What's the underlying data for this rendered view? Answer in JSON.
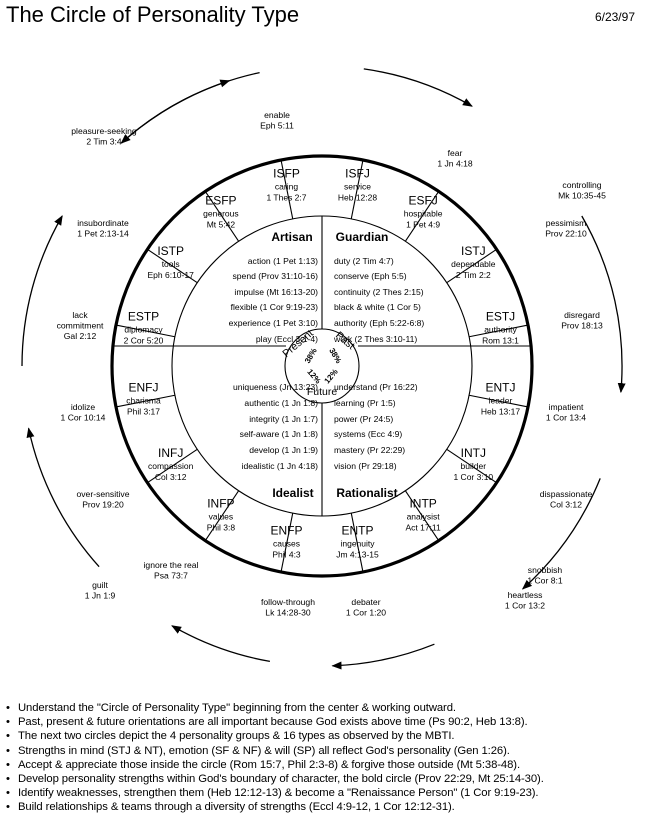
{
  "header": {
    "title": "The Circle of Personality Type",
    "date": "6/23/97"
  },
  "types": [
    {
      "code": "ISFP",
      "trait": "caring",
      "ref": "1 Thes 2:7"
    },
    {
      "code": "ISFJ",
      "trait": "service",
      "ref": "Heb 12:28"
    },
    {
      "code": "ESFJ",
      "trait": "hospitable",
      "ref": "1 Pet 4:9"
    },
    {
      "code": "ISTJ",
      "trait": "dependable",
      "ref": "2 Tim 2:2"
    },
    {
      "code": "ESTJ",
      "trait": "authority",
      "ref": "Rom 13:1"
    },
    {
      "code": "ENTJ",
      "trait": "leader",
      "ref": "Heb 13:17"
    },
    {
      "code": "INTJ",
      "trait": "builder",
      "ref": "1 Cor 3:10"
    },
    {
      "code": "INTP",
      "trait": "analysist",
      "ref": "Act 17:11"
    },
    {
      "code": "ENTP",
      "trait": "ingenuity",
      "ref": "Jm 4:13-15"
    },
    {
      "code": "ENFP",
      "trait": "causes",
      "ref": "Phil 4:3"
    },
    {
      "code": "INFP",
      "trait": "values",
      "ref": "Phil 3:8"
    },
    {
      "code": "INFJ",
      "trait": "compassion",
      "ref": "Col 3:12"
    },
    {
      "code": "ENFJ",
      "trait": "charisma",
      "ref": "Phil 3:17"
    },
    {
      "code": "ESTP",
      "trait": "diplomacy",
      "ref": "2 Cor 5:20"
    },
    {
      "code": "ISTP",
      "trait": "tools",
      "ref": "Eph 6:10-17"
    },
    {
      "code": "ESFP",
      "trait": "generous",
      "ref": "Mt 5:42"
    }
  ],
  "groups": {
    "artisan": {
      "name": "Artisan",
      "traits": [
        "action (1 Pet 1:13)",
        "spend (Prov 31:10-16)",
        "impulse (Mt 16:13-20)",
        "flexible (1 Cor 9:19-23)",
        "experience (1 Pet 3:10)",
        "play (Eccl 3:1-4)"
      ]
    },
    "guardian": {
      "name": "Guardian",
      "traits": [
        "duty (2 Tim 4:7)",
        "conserve (Eph 5:5)",
        "continuity (2 Thes 2:15)",
        "black & white (1 Cor 5)",
        "authority (Eph 5:22-6:8)",
        "work (2 Thes 3:10-11)"
      ]
    },
    "idealist": {
      "name": "Idealist",
      "traits": [
        "uniqueness (Jn 13:23)",
        "authentic (1 Jn 1:8)",
        "integrity (1 Jn 1:7)",
        "self-aware (1 Jn 1:8)",
        "develop (1 Jn 1:9)",
        "idealistic (1 Jn 4:18)"
      ]
    },
    "rationalist": {
      "name": "Rationalist",
      "traits": [
        "understand (Pr 16:22)",
        "learning (Pr 1:5)",
        "power (Pr 24:5)",
        "systems (Ecc 4:9)",
        "mastery (Pr 22:29)",
        "vision (Pr 29:18)"
      ]
    }
  },
  "center": {
    "present": "Present",
    "past": "Past",
    "future": "Future",
    "pct_present": "38%",
    "pct_past": "38%",
    "pct_future_left": "12%",
    "pct_future_right": "12%"
  },
  "weaknesses": [
    {
      "text": "enable",
      "ref": "Eph 5:11"
    },
    {
      "text": "fear",
      "ref": "1 Jn 4:18"
    },
    {
      "text": "controlling",
      "ref": "Mk 10:35-45"
    },
    {
      "text": "pessimism",
      "ref": "Prov 22:10"
    },
    {
      "text": "disregard",
      "ref": "Prov 18:13"
    },
    {
      "text": "impatient",
      "ref": "1 Cor 13:4"
    },
    {
      "text": "dispassionate",
      "ref": "Col 3:12"
    },
    {
      "text": "snobbish",
      "ref": "1 Cor 8:1"
    },
    {
      "text": "heartless",
      "ref": "1 Cor 13:2"
    },
    {
      "text": "debater",
      "ref": "1 Cor 1:20"
    },
    {
      "text": "follow-through",
      "ref": "Lk 14:28-30"
    },
    {
      "text": "ignore the real",
      "ref": "Psa 73:7"
    },
    {
      "text": "guilt",
      "ref": "1 Jn 1:9"
    },
    {
      "text": "over-sensitive",
      "ref": "Prov 19:20"
    },
    {
      "text": "idolize",
      "ref": "1 Cor 10:14"
    },
    {
      "text": "lack",
      "text2": "commitment",
      "ref": "Gal 2:12"
    },
    {
      "text": "insubordinate",
      "ref": "1 Pet 2:13-14"
    },
    {
      "text": "pleasure-seeking",
      "ref": "2 Tim 3:4"
    }
  ],
  "notes": [
    "Understand the \"Circle of Personality Type\" beginning from the center & working outward.",
    "Past, present & future orientations are all important because God exists above time (Ps 90:2, Heb 13:8).",
    "The next two circles depict the 4 personality groups & 16 types as observed by the MBTI.",
    "Strengths in mind (STJ & NT), emotion (SF & NF) & will (SP) all reflect God's personality (Gen 1:26).",
    "Accept & appreciate those inside the circle (Rom 15:7, Phil 2:3-8) & forgive those outside (Mt 5:38-48).",
    "Develop personality strengths within God's boundary of character, the bold circle (Prov 22:29, Mt 25:14-30).",
    "Identify weaknesses, strengthen them (Heb 12:12-13) & become a \"Renaissance Person\" (1 Cor 9:19-23).",
    "Build relationships & teams through a diversity of strengths (Eccl 4:9-12, 1 Cor 12:12-31)."
  ]
}
